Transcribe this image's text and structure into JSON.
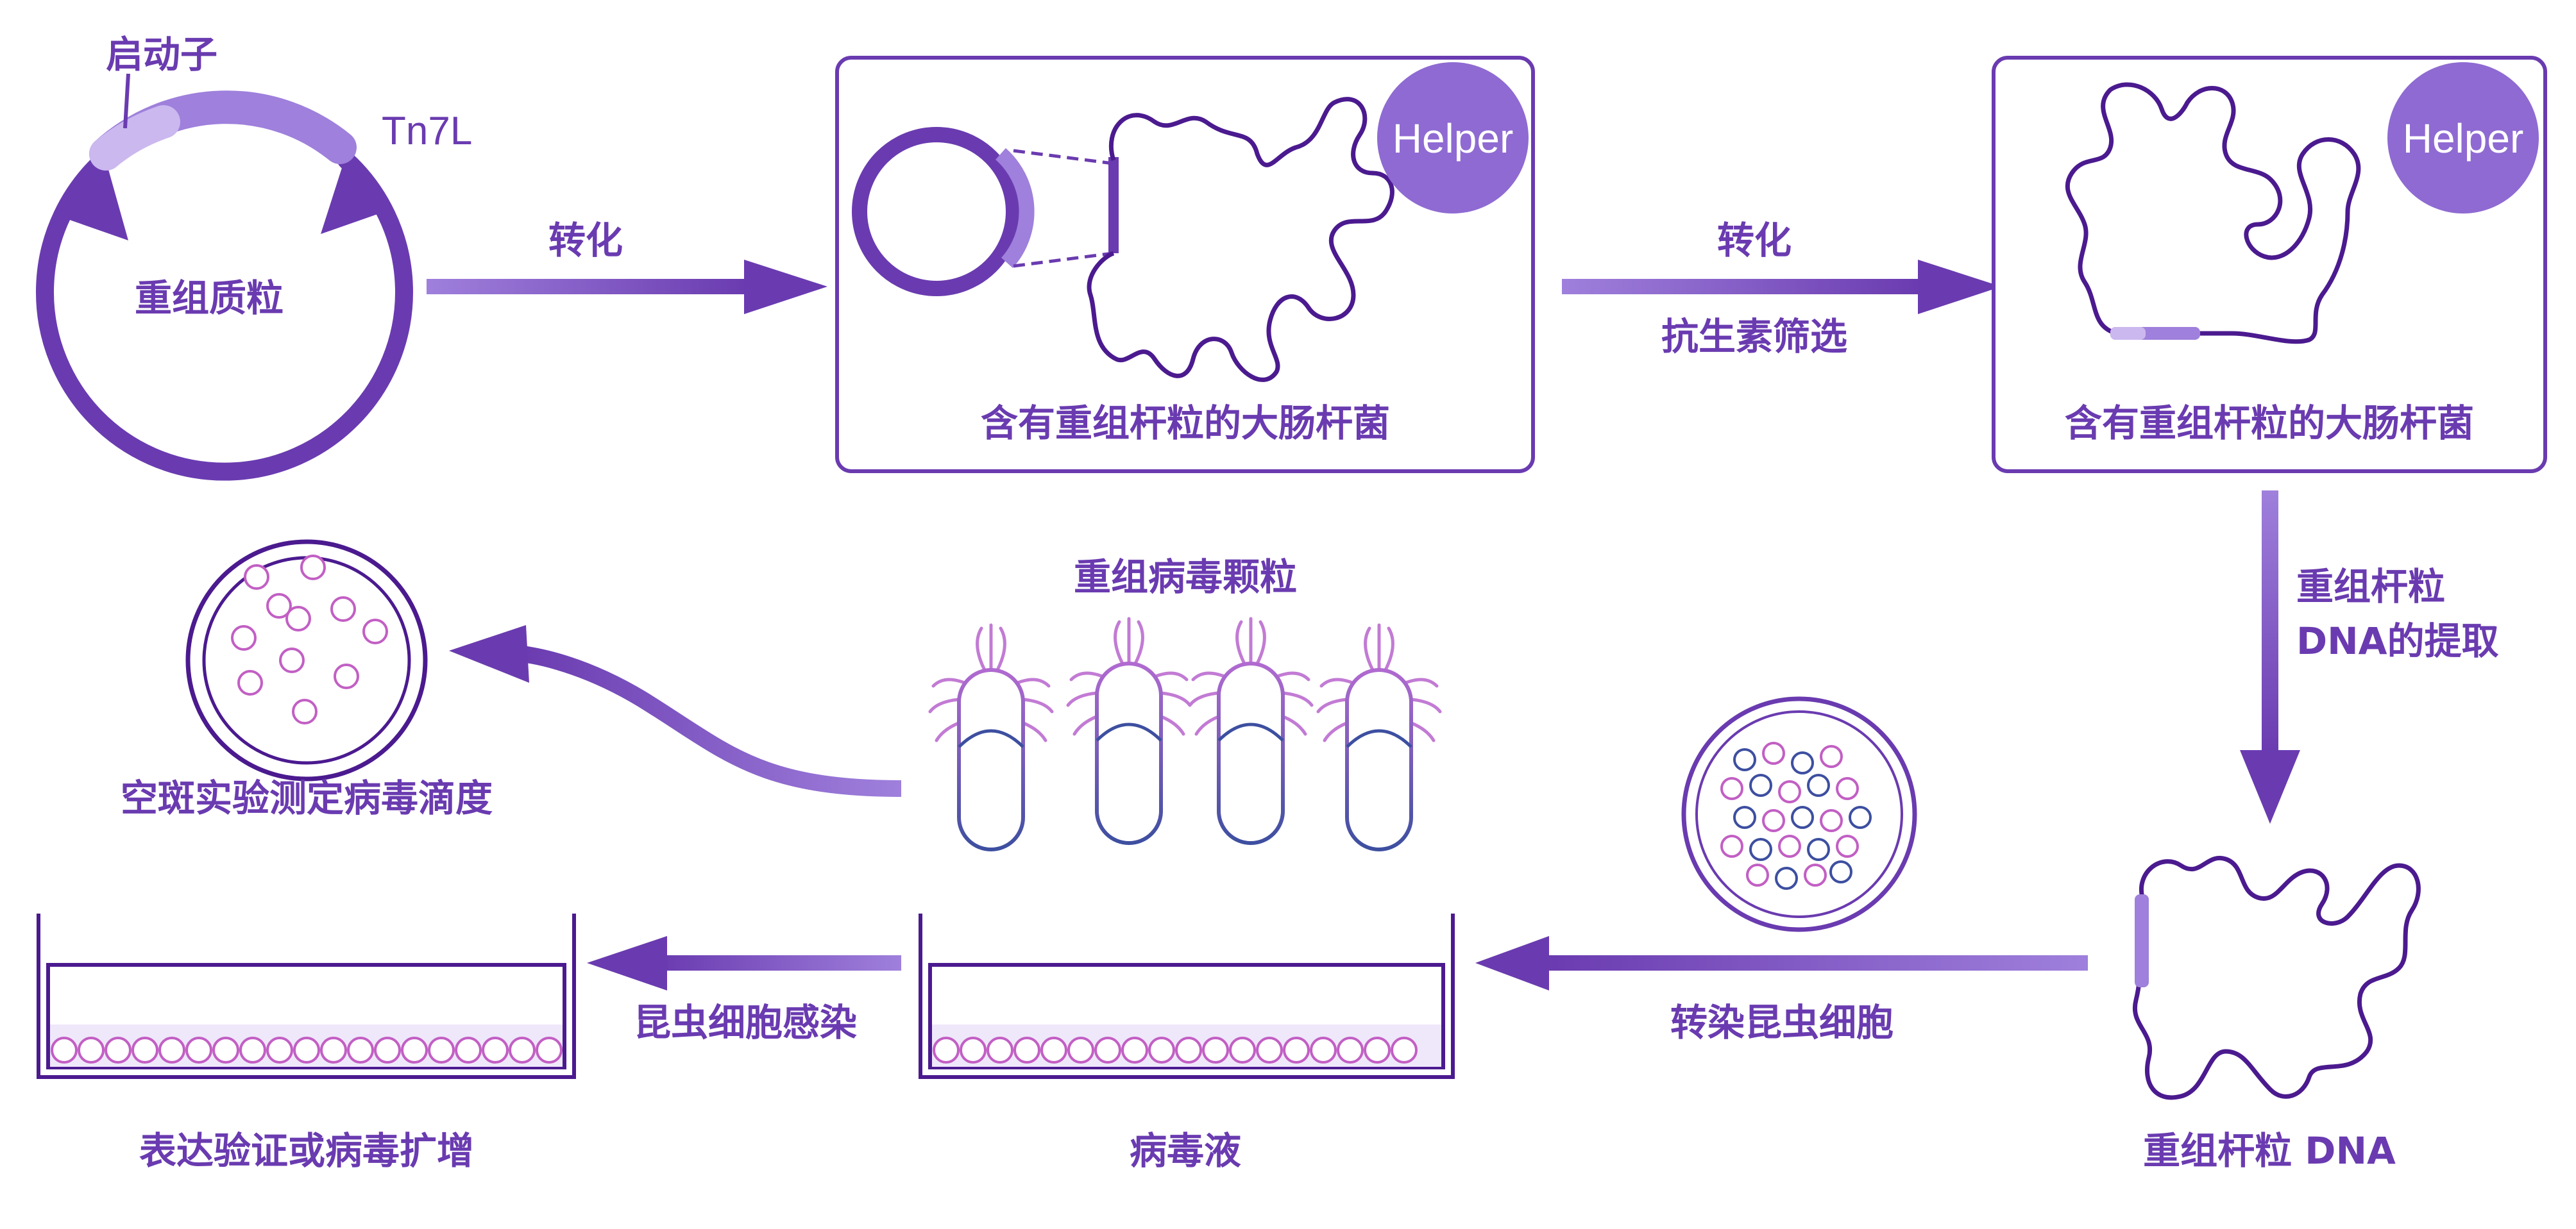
{
  "colors": {
    "primary": "#6a3bb0",
    "dark": "#4b1a8f",
    "light": "#b9a2e6",
    "helper_fill": "#8f6ad2",
    "blue": "#3d4fa0",
    "pink": "#c25fc4"
  },
  "plasmid": {
    "label": "重组质粒",
    "promoter": "启动子",
    "tn7l": "Tn7L"
  },
  "arrows": {
    "transform1": "转化",
    "transform2": "转化",
    "antibiotic": "抗生素筛选",
    "extract_line1": "重组杆粒",
    "extract_line2": "DNA的提取",
    "transfect": "转染昆虫细胞",
    "infect": "昆虫细胞感染"
  },
  "boxes": {
    "box1_label": "含有重组杆粒的大肠杆菌",
    "box2_label": "含有重组杆粒的大肠杆菌",
    "helper1": "Helper",
    "helper2": "Helper"
  },
  "bottom": {
    "bacmid_dna": "重组杆粒 DNA",
    "virus_particles": "重组病毒颗粒",
    "virus_liquid": "病毒液",
    "plaque": "空斑实验测定病毒滴度",
    "expression": "表达验证或病毒扩增"
  },
  "icons": [
    "circular-plasmid-icon",
    "bacterium-icon",
    "bacmid-dna-icon",
    "cell-dish-icon",
    "virus-particle-icon",
    "culture-flask-icon"
  ]
}
